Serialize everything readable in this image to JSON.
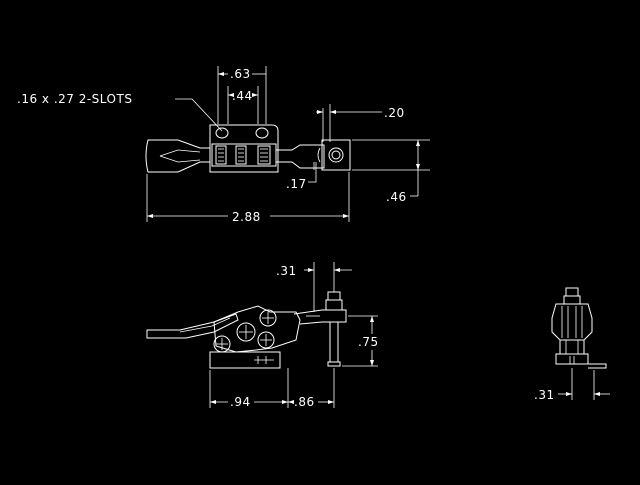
{
  "drawing": {
    "background": "#000000",
    "line_color": "#ffffff",
    "top_view": {
      "slots_note": ".16 x .27 2-SLOTS",
      "dim_slot_spacing_outer": ".63",
      "dim_slot_spacing_inner": ".44",
      "dim_tip": ".20",
      "dim_hole": ".17",
      "dim_height": ".46",
      "dim_overall_length": "2.88"
    },
    "side_view": {
      "dim_spindle_offset": ".31",
      "dim_height": ".75",
      "dim_base_left": ".94",
      "dim_base_right": ".86"
    },
    "end_view": {
      "dim_width": ".31"
    }
  }
}
